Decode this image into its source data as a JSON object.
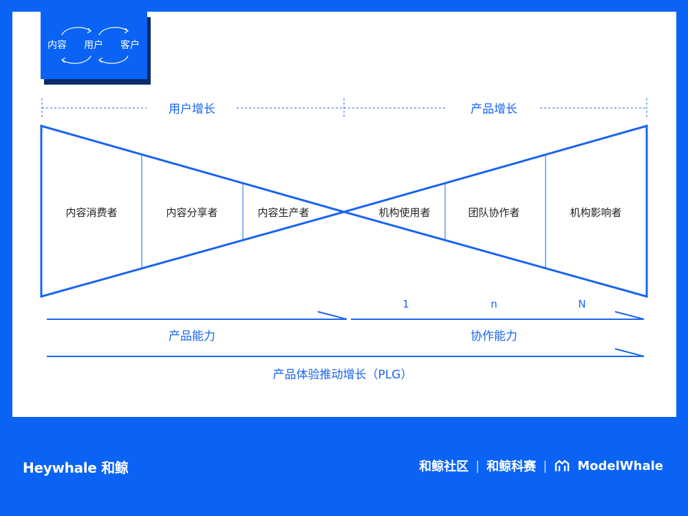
{
  "icon_box": {
    "left_label": "内容",
    "middle_label": "用户",
    "right_label": "客户"
  },
  "header": {
    "left_title": "用户增长",
    "right_title": "产品增长"
  },
  "left_segments": [
    "内容消费者",
    "内容分享者",
    "内容生产者"
  ],
  "right_segments": [
    "机构使用者",
    "团队协作者",
    "机构影响者"
  ],
  "scale_marks": [
    "1",
    "n",
    "N"
  ],
  "capabilities": {
    "left": "产品能力",
    "right": "协作能力",
    "overall": "产品体验推动增长（PLG）"
  },
  "footer": {
    "brand": "Heywhale 和鲸",
    "community": "和鲸社区",
    "competition": "和鲸科赛",
    "separator": "|",
    "modelwhale": "ModelWhale"
  },
  "colors": {
    "brand_blue": "#0a63f5",
    "line_blue": "#1764f0",
    "navy_shadow": "#0b2a6b"
  }
}
